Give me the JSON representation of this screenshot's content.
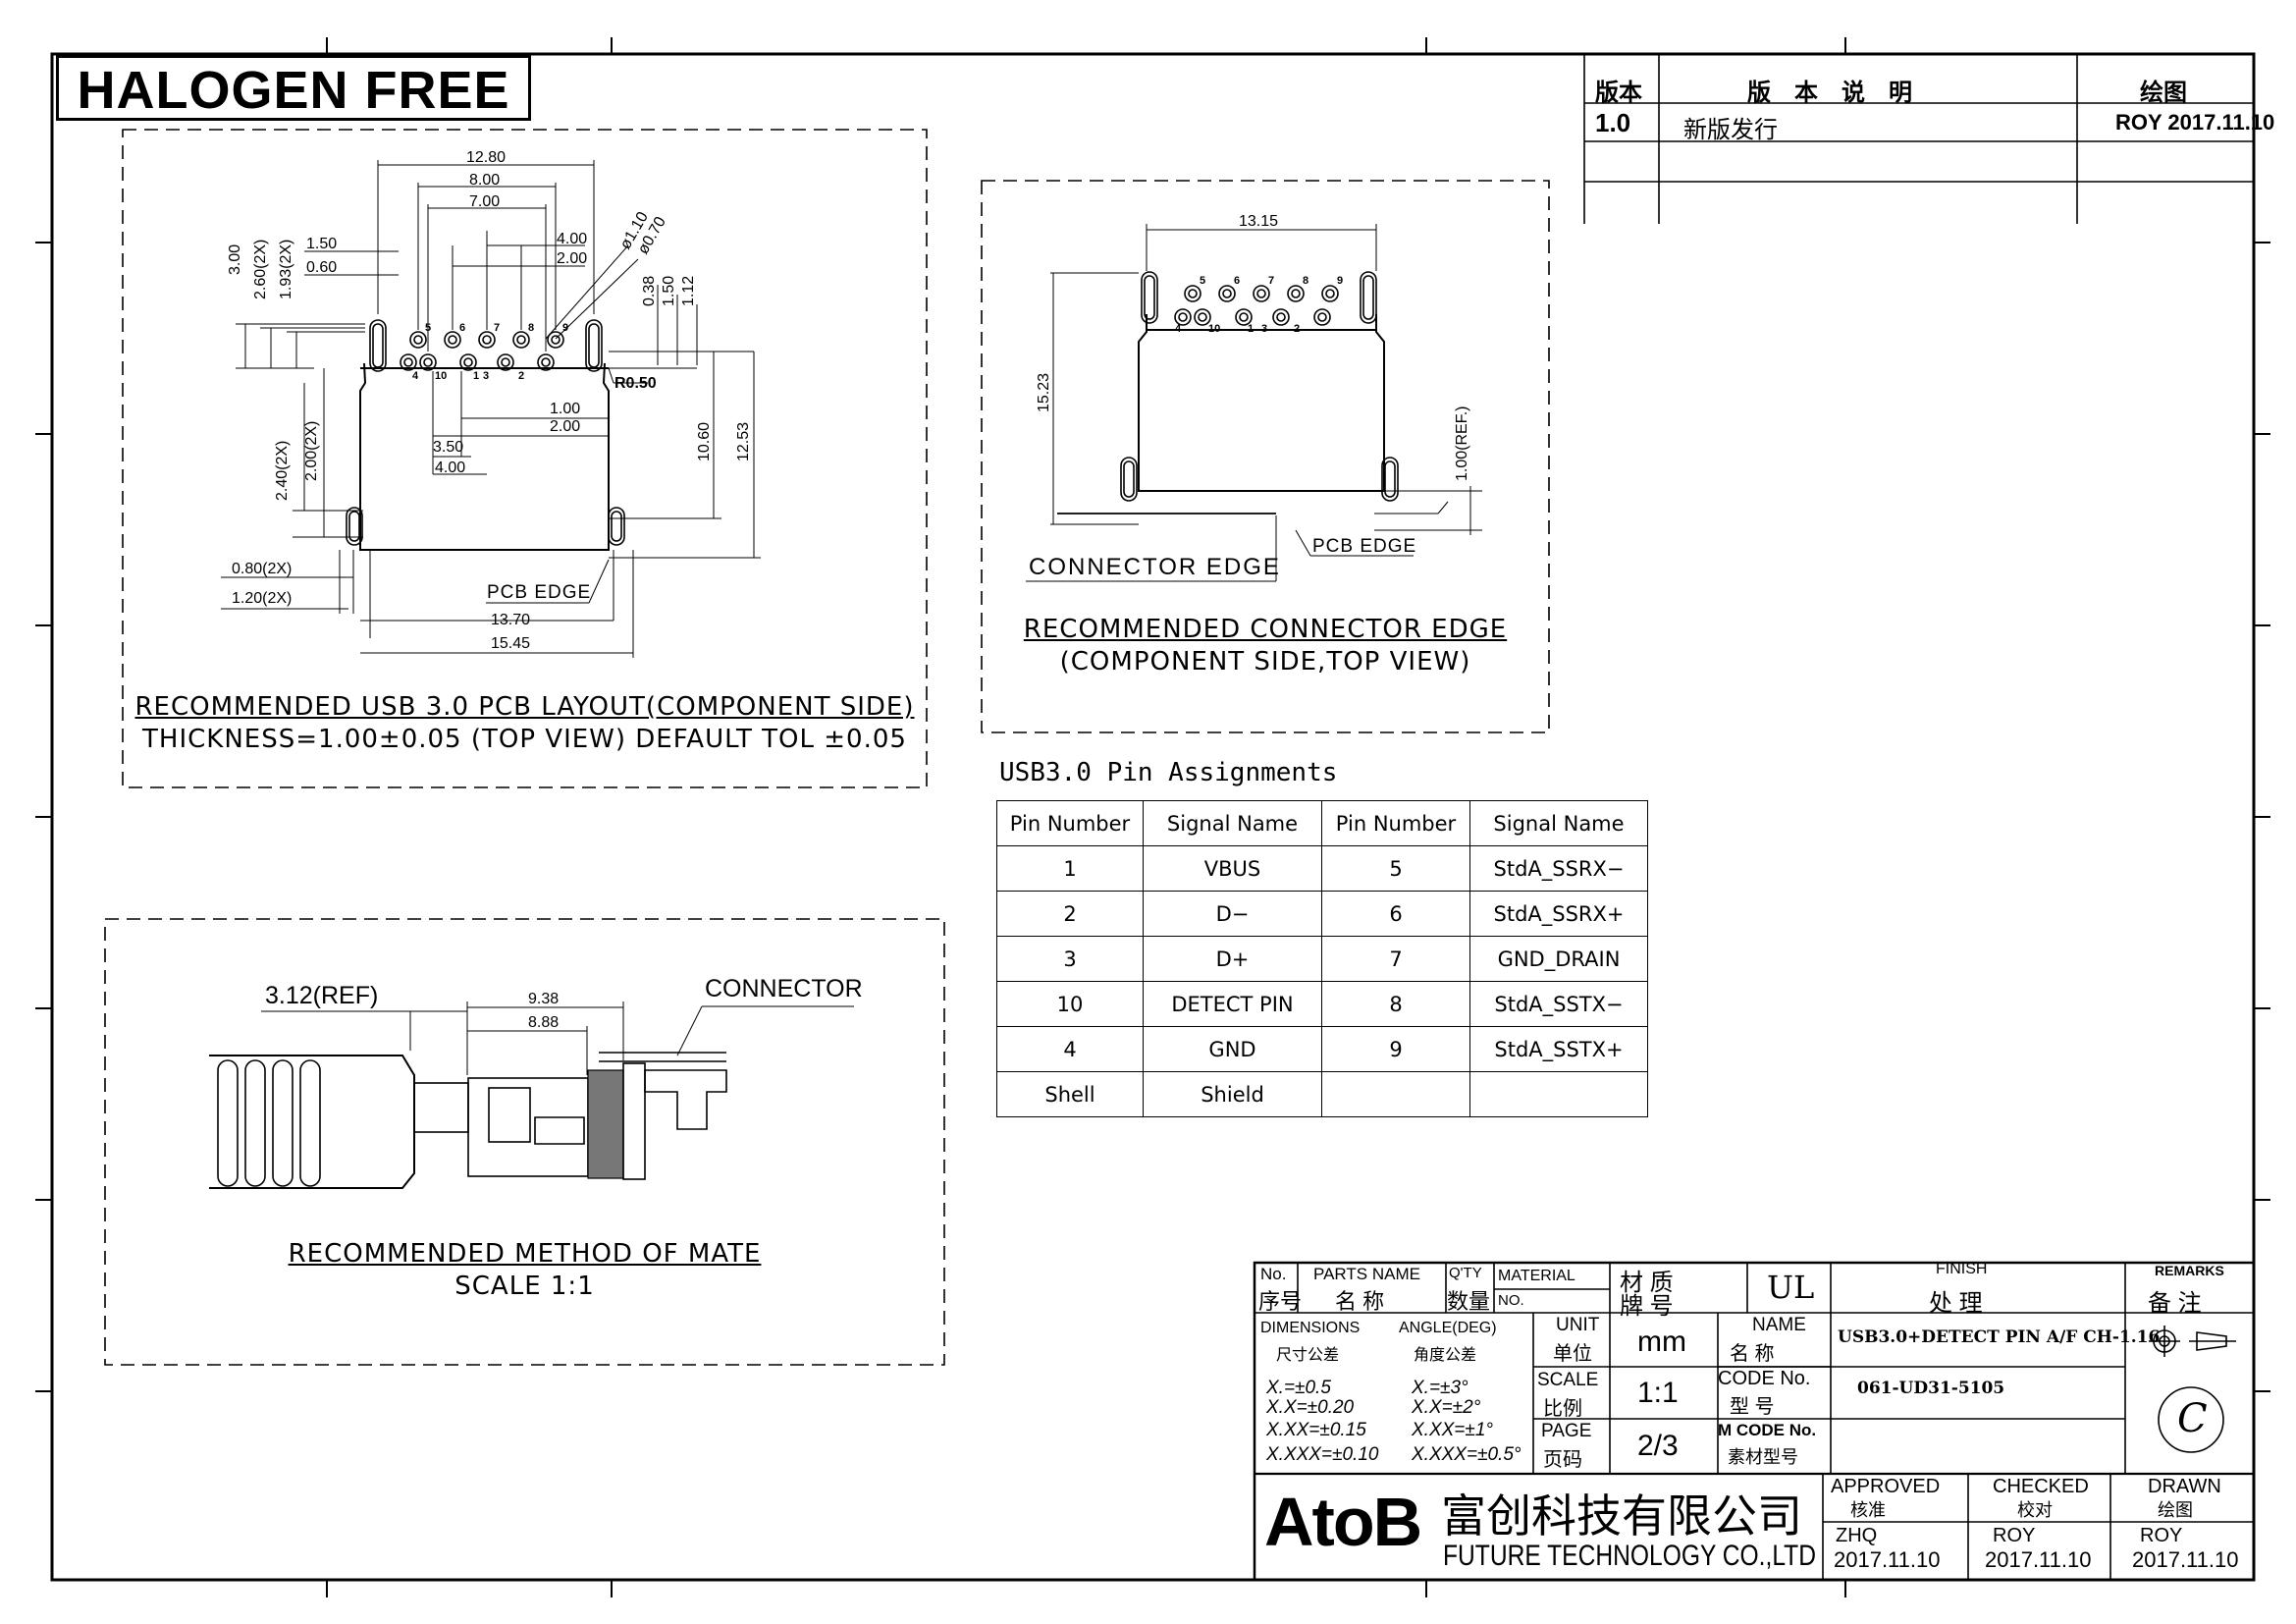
{
  "halogen_label": "HALOGEN FREE",
  "revision": {
    "headers": [
      "版本",
      "版　本　说　明",
      "绘图"
    ],
    "rows": [
      [
        "1.0",
        "新版发行",
        "ROY 2017.11.10"
      ]
    ]
  },
  "layout_view": {
    "caption": "RECOMMENDED USB 3.0 PCB LAYOUT(COMPONENT SIDE)",
    "subcaption": "THICKNESS=1.00±0.05 (TOP VIEW) DEFAULT TOL ±0.05",
    "dims": {
      "d12_80": "12.80",
      "d8_00": "8.00",
      "d7_00": "7.00",
      "d4_00": "4.00",
      "d2_00": "2.00",
      "d1_50": "1.50",
      "d0_60": "0.60",
      "d3_00": "3.00",
      "d2_60": "2.60(2X)",
      "d1_93": "1.93(2X)",
      "dphi110": "ø1.10",
      "dphi070": "ø0.70",
      "d0_38": "0.38",
      "d1_50v": "1.50",
      "d1_12": "1.12",
      "r050": "R0.50",
      "d1_00": "1.00",
      "d2_00b": "2.00",
      "d3_50": "3.50",
      "d4_00b": "4.00",
      "d2_40": "2.40(2X)",
      "d2_00v": "2.00(2X)",
      "d10_60": "10.60",
      "d12_53": "12.53",
      "d0_80": "0.80(2X)",
      "d1_20": "1.20(2X)",
      "d13_70": "13.70",
      "d15_45": "15.45",
      "pcb_edge": "PCB EDGE"
    },
    "pin_labels": [
      "5",
      "6",
      "7",
      "8",
      "9",
      "4",
      "10",
      "1",
      "3",
      "2"
    ]
  },
  "connector_view": {
    "caption": "RECOMMENDED CONNECTOR EDGE",
    "subcaption": "(COMPONENT SIDE,TOP VIEW)",
    "dims": {
      "d13_15": "13.15",
      "d15_23": "15.23",
      "d1_00ref": "1.00(REF.)"
    },
    "connector_edge": "CONNECTOR EDGE",
    "pcb_edge": "PCB EDGE",
    "pin_labels": [
      "5",
      "6",
      "7",
      "8",
      "9",
      "4",
      "10",
      "1",
      "3",
      "2"
    ]
  },
  "mate_view": {
    "caption": "RECOMMENDED METHOD OF MATE",
    "subcaption": "SCALE 1:1",
    "dims": {
      "d3_12": "3.12(REF)",
      "d9_38": "9.38",
      "d8_88": "8.88"
    },
    "connector": "CONNECTOR"
  },
  "pin_table": {
    "title": "USB3.0 Pin Assignments",
    "headers": [
      "Pin Number",
      "Signal Name",
      "Pin Number",
      "Signal Name"
    ],
    "rows": [
      [
        "1",
        "VBUS",
        "5",
        "StdA_SSRX−"
      ],
      [
        "2",
        "D−",
        "6",
        "StdA_SSRX+"
      ],
      [
        "3",
        "D+",
        "7",
        "GND_DRAIN"
      ],
      [
        "10",
        "DETECT PIN",
        "8",
        "StdA_SSTX−"
      ],
      [
        "4",
        "GND",
        "9",
        "StdA_SSTX+"
      ],
      [
        "Shell",
        "Shield",
        "",
        ""
      ]
    ]
  },
  "title_block": {
    "no_en": "No.",
    "no_cn": "序号",
    "parts_name_en": "PARTS NAME",
    "parts_name_cn": "名 称",
    "qty_en": "Q'TY",
    "qty_cn": "数量",
    "material_en": "MATERIAL",
    "material_no": "NO.",
    "material_cn": "材 质",
    "brand_cn": "牌 号",
    "ul": "UL",
    "finish_en": "FINISH",
    "finish_cn": "处 理",
    "remarks_en": "REMARKS",
    "remarks_cn": "备 注",
    "dimensions_en": "DIMENSIONS",
    "dimensions_cn": "尺寸公差",
    "angle_en": "ANGLE(DEG)",
    "angle_cn": "角度公差",
    "tol_x": "X.=±0.5",
    "tol_xx": "X.X=±0.20",
    "tol_xxx": "X.XX=±0.15",
    "tol_xxxx": "X.XXX=±0.10",
    "ang_x": "X.=±3°",
    "ang_xx": "X.X=±2°",
    "ang_xxx": "X.XX=±1°",
    "ang_xxxx": "X.XXX=±0.5°",
    "unit_en": "UNIT",
    "unit_cn": "单位",
    "unit_val": "mm",
    "scale_en": "SCALE",
    "scale_cn": "比例",
    "scale_val": "1:1",
    "page_en": "PAGE",
    "page_cn": "页码",
    "page_val": "2/3",
    "name_en": "NAME",
    "name_cn": "名 称",
    "name_val": "USB3.0+DETECT PIN A/F CH-1.16",
    "code_en": "CODE No.",
    "code_cn": "型 号",
    "code_val": "061-UD31-5105",
    "mcode_en": "M CODE No.",
    "mcode_cn": "素材型号",
    "approved_en": "APPROVED",
    "approved_cn": "核准",
    "approved_by": "ZHQ",
    "approved_date": "2017.11.10",
    "checked_en": "CHECKED",
    "checked_cn": "校对",
    "checked_by": "ROY",
    "checked_date": "2017.11.10",
    "drawn_en": "DRAWN",
    "drawn_cn": "绘图",
    "drawn_by": "ROY",
    "drawn_date": "2017.11.10",
    "logo": "AtoB",
    "company_cn": "富创科技有限公司",
    "company_en": "FUTURE TECHNOLOGY CO.,LTD",
    "revision_letter": "C"
  }
}
